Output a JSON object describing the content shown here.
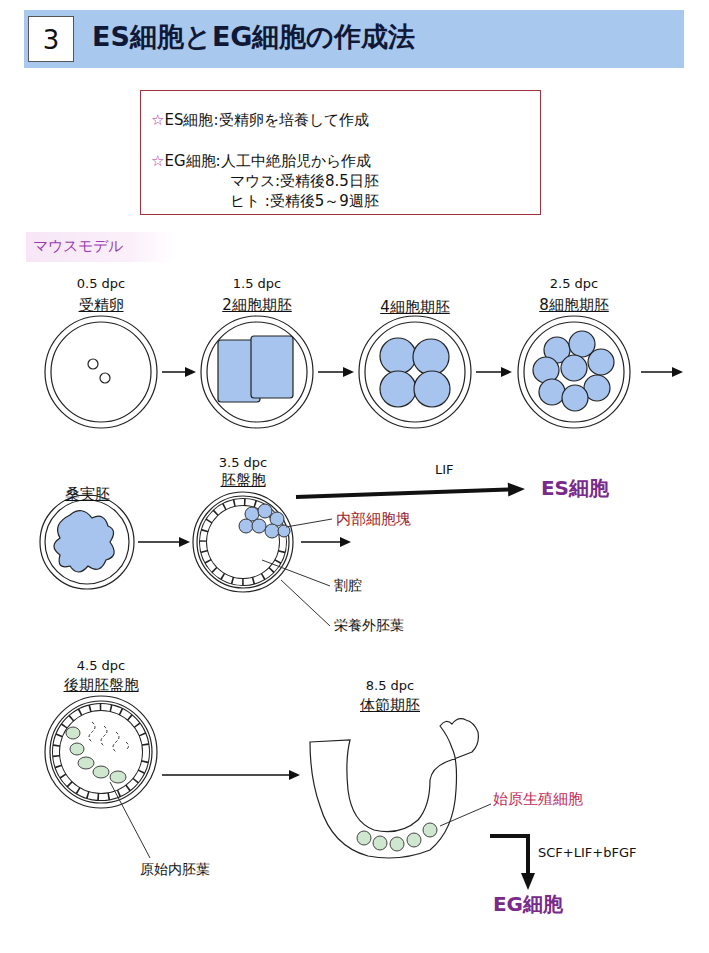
{
  "diagram": {
    "title": "ES細胞とEG細胞の作成法",
    "nodes": [
      {
        "text": [
          "☆ES細胞:受精卵を培養して作成",
          "☆EG細胞:人工中絶胎児から作成",
          "マウス:受精後8.5日胚",
          "ヒト :受精後5～9週胚"
        ]
      },
      {
        "text": [
          "0.5 dpc",
          "受精卵"
        ]
      },
      {
        "text": [
          "1.5 dpc",
          "2細胞期胚"
        ]
      },
      {
        "text": [
          "4細胞期胚"
        ]
      },
      {
        "text": [
          "2.5 dpc",
          "8細胞期胚"
        ]
      },
      {
        "text": [
          "桑実胚"
        ]
      },
      {
        "text": [
          "3.5 dpc",
          "胚盤胞"
        ]
      },
      {
        "text": [
          "ES細胞"
        ]
      },
      {
        "text": [
          "4.5 dpc",
          "後期胚盤胞"
        ]
      },
      {
        "text": [
          "8.5 dpc",
          "体節期胚"
        ]
      },
      {
        "text": [
          "EG細胞"
        ]
      }
    ],
    "edges": [
      {
        "from": 1,
        "to": 2,
        "arrow": "to"
      },
      {
        "from": 2,
        "to": 3,
        "arrow": "to"
      },
      {
        "from": 3,
        "to": 4,
        "arrow": "to"
      },
      {
        "from": 5,
        "to": 6,
        "arrow": "to"
      },
      {
        "from": 6,
        "to": 7,
        "label": "LIF",
        "arrow": "to"
      },
      {
        "from": 8,
        "to": 9,
        "arrow": "to"
      },
      {
        "from": 9,
        "to": 10,
        "label": "SCF+LIF+bFGF",
        "arrow": "to"
      }
    ],
    "labels": [
      "3",
      "マウスモデル",
      "内部細胞塊",
      "割腔",
      "栄養外胚葉",
      "始原生殖細胞",
      "原始内胚葉"
    ]
  }
}
